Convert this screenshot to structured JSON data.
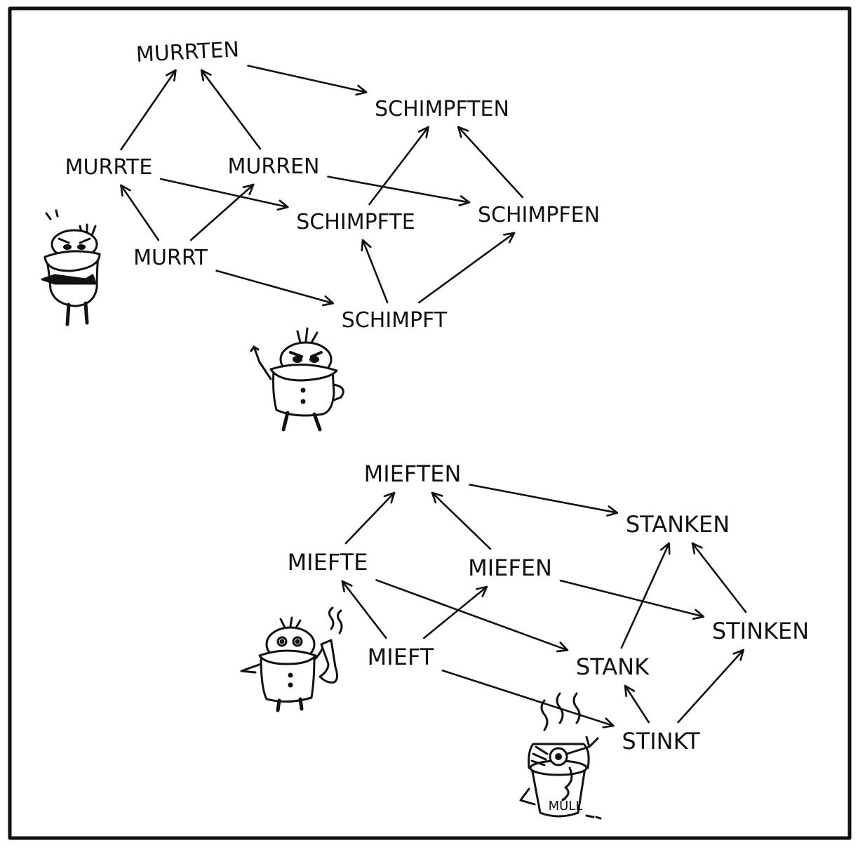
{
  "diagram_top": {
    "words": {
      "murrten": "MURRTEN",
      "schimpften": "SCHIMPFTEN",
      "murrte": "MURRTE",
      "murren": "MURREN",
      "schimpfte": "SCHIMPFTE",
      "schimpfen": "SCHIMPFEN",
      "murrt": "MURRT",
      "schimpft": "SCHIMPFT"
    },
    "edges": [
      [
        "murrte",
        "murrten"
      ],
      [
        "murren",
        "murrten"
      ],
      [
        "murrten",
        "schimpften"
      ],
      [
        "schimpfte",
        "schimpften"
      ],
      [
        "schimpfen",
        "schimpften"
      ],
      [
        "murrt",
        "murrte"
      ],
      [
        "murrt",
        "murren"
      ],
      [
        "murrte",
        "schimpfte"
      ],
      [
        "murren",
        "schimpfen"
      ],
      [
        "murrt",
        "schimpft"
      ],
      [
        "schimpft",
        "schimpfte"
      ],
      [
        "schimpft",
        "schimpfen"
      ]
    ]
  },
  "diagram_bottom": {
    "words": {
      "mieften": "MIEFTEN",
      "stanken": "STANKEN",
      "miefte": "MIEFTE",
      "miefen": "MIEFEN",
      "stinken": "STINKEN",
      "mieft": "MIEFT",
      "stank": "STANK",
      "stinkt": "STINKT"
    },
    "edges": [
      [
        "miefte",
        "mieften"
      ],
      [
        "miefen",
        "mieften"
      ],
      [
        "mieften",
        "stanken"
      ],
      [
        "stank",
        "stanken"
      ],
      [
        "stinken",
        "stanken"
      ],
      [
        "mieft",
        "miefte"
      ],
      [
        "mieft",
        "miefen"
      ],
      [
        "miefte",
        "stank"
      ],
      [
        "miefen",
        "stinken"
      ],
      [
        "mieft",
        "stinkt"
      ],
      [
        "stinkt",
        "stank"
      ],
      [
        "stinkt",
        "stinken"
      ]
    ]
  },
  "trash_bin_label": "MÜLL"
}
